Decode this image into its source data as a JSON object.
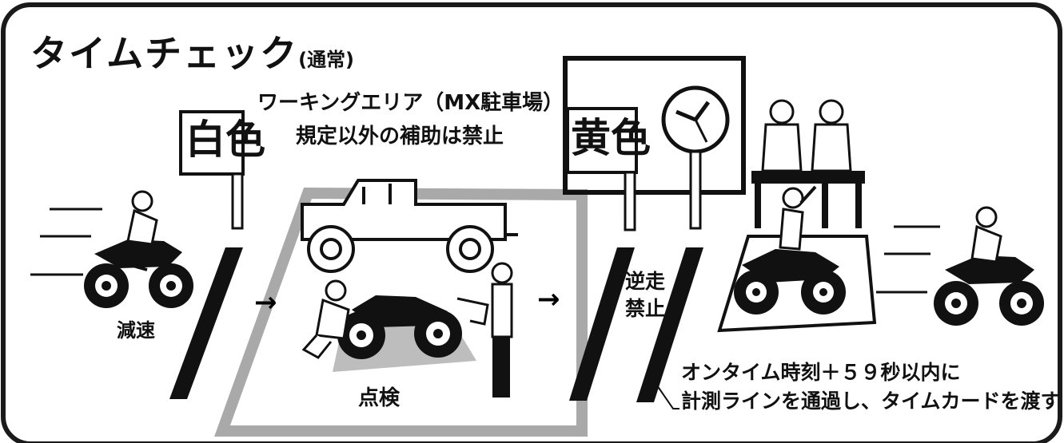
{
  "title": {
    "main": "タイムチェック",
    "sub": "(通常)"
  },
  "work_area": {
    "line1": "ワーキングエリア（MX駐車場）",
    "line2": "規定以外の補助は禁止"
  },
  "signs": {
    "white": "白色",
    "yellow": "黄色"
  },
  "labels": {
    "decelerate": "減速",
    "inspection": "点検",
    "no_reverse_1": "逆走",
    "no_reverse_2": "禁止",
    "arrow": "→"
  },
  "note": {
    "line1": "オンタイム時刻＋５９秒以内に",
    "line2": "計測ラインを通過し、タイムカードを渡す"
  },
  "colors": {
    "ink": "#111111",
    "frame": "#1a1a1a",
    "gray": "#a9a9a9",
    "paper": "#ffffff"
  }
}
